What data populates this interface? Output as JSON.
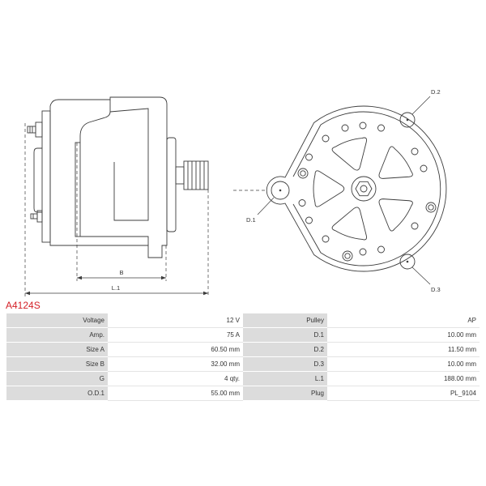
{
  "product": {
    "code": "A4124S"
  },
  "drawing": {
    "side_view": {
      "dim_b_label": "B",
      "dim_l1_label": "L.1"
    },
    "front_view": {
      "d1_label": "D.1",
      "d2_label": "D.2",
      "d3_label": "D.3"
    }
  },
  "specs": {
    "rows": [
      {
        "label1": "Voltage",
        "value1": "12 V",
        "label2": "Pulley",
        "value2": "AP"
      },
      {
        "label1": "Amp.",
        "value1": "75 A",
        "label2": "D.1",
        "value2": "10.00 mm"
      },
      {
        "label1": "Size A",
        "value1": "60.50 mm",
        "label2": "D.2",
        "value2": "11.50 mm"
      },
      {
        "label1": "Size B",
        "value1": "32.00 mm",
        "label2": "D.3",
        "value2": "10.00 mm"
      },
      {
        "label1": "G",
        "value1": "4 qty.",
        "label2": "L.1",
        "value2": "188.00 mm"
      },
      {
        "label1": "O.D.1",
        "value1": "55.00 mm",
        "label2": "Plug",
        "value2": "PL_9104"
      }
    ]
  },
  "colors": {
    "product_code": "#d41f26",
    "label_cell": "#dcdcdc",
    "drawing_line": "#3c3c3c"
  }
}
